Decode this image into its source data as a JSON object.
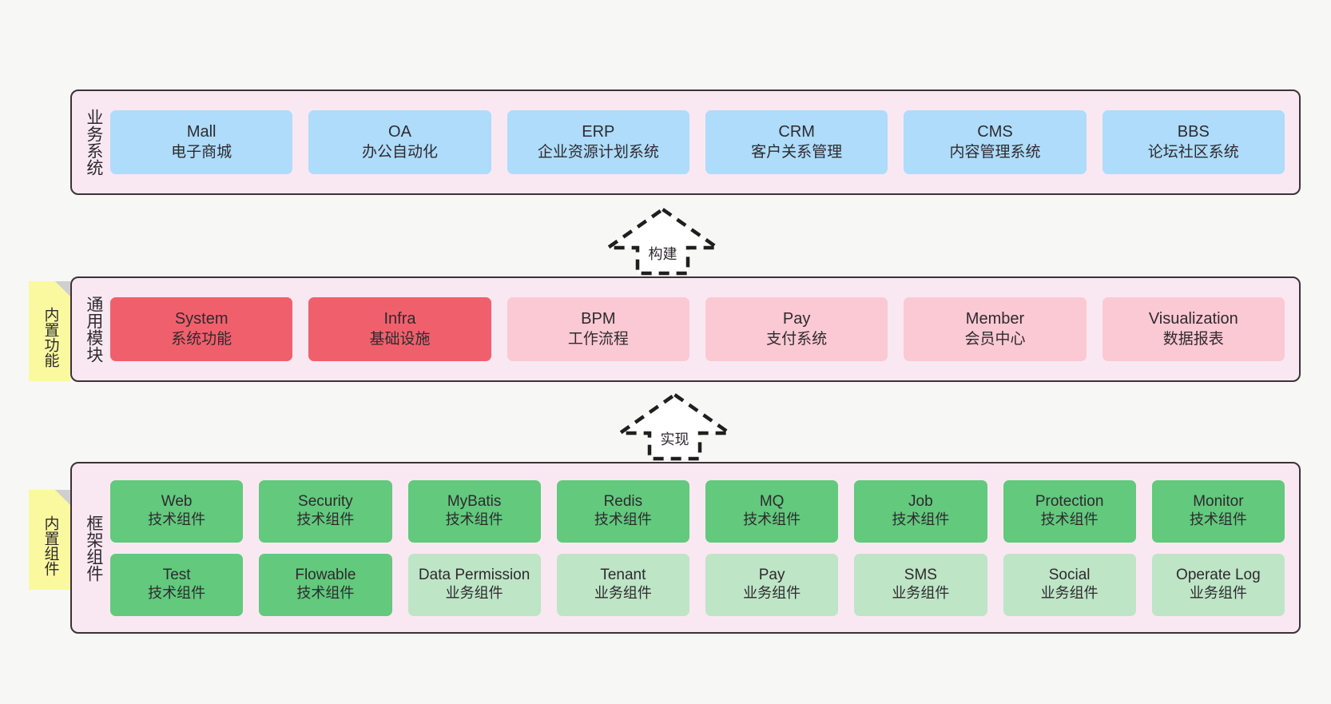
{
  "diagram": {
    "background_color": "#f7f7f5",
    "section_fill": "#f9e8f2",
    "section_border": "#3c3238",
    "note_color": "#faf9a0",
    "fold_color": "#cfcfcf"
  },
  "sections": [
    {
      "title": "业务系统",
      "note": null,
      "rows": [
        {
          "items": [
            {
              "en": "Mall",
              "cn": "电子商城",
              "color": "#aedcfa",
              "variant": "c-blue"
            },
            {
              "en": "OA",
              "cn": "办公自动化",
              "color": "#aedcfa",
              "variant": "c-blue"
            },
            {
              "en": "ERP",
              "cn": "企业资源计划系统",
              "color": "#aedcfa",
              "variant": "c-blue"
            },
            {
              "en": "CRM",
              "cn": "客户关系管理",
              "color": "#aedcfa",
              "variant": "c-blue"
            },
            {
              "en": "CMS",
              "cn": "内容管理系统",
              "color": "#aedcfa",
              "variant": "c-blue"
            },
            {
              "en": "BBS",
              "cn": "论坛社区系统",
              "color": "#aedcfa",
              "variant": "c-blue"
            }
          ]
        }
      ]
    },
    {
      "title": "通用模块",
      "note": "内置功能",
      "rows": [
        {
          "items": [
            {
              "en": "System",
              "cn": "系统功能",
              "color": "#f0606c",
              "variant": "c-red"
            },
            {
              "en": "Infra",
              "cn": "基础设施",
              "color": "#f0606c",
              "variant": "c-red"
            },
            {
              "en": "BPM",
              "cn": "工作流程",
              "color": "#fbc9d3",
              "variant": "c-pink"
            },
            {
              "en": "Pay",
              "cn": "支付系统",
              "color": "#fbc9d3",
              "variant": "c-pink"
            },
            {
              "en": "Member",
              "cn": "会员中心",
              "color": "#fbc9d3",
              "variant": "c-pink"
            },
            {
              "en": "Visualization",
              "cn": "数据报表",
              "color": "#fbc9d3",
              "variant": "c-pink"
            }
          ]
        }
      ]
    },
    {
      "title": "框架组件",
      "note": "内置组件",
      "rows": [
        {
          "items": [
            {
              "en": "Web",
              "cn": "技术组件",
              "color": "#62c97d",
              "variant": "c-green"
            },
            {
              "en": "Security",
              "cn": "技术组件",
              "color": "#62c97d",
              "variant": "c-green"
            },
            {
              "en": "MyBatis",
              "cn": "技术组件",
              "color": "#62c97d",
              "variant": "c-green"
            },
            {
              "en": "Redis",
              "cn": "技术组件",
              "color": "#62c97d",
              "variant": "c-green"
            },
            {
              "en": "MQ",
              "cn": "技术组件",
              "color": "#62c97d",
              "variant": "c-green"
            },
            {
              "en": "Job",
              "cn": "技术组件",
              "color": "#62c97d",
              "variant": "c-green"
            },
            {
              "en": "Protection",
              "cn": "技术组件",
              "color": "#62c97d",
              "variant": "c-green"
            },
            {
              "en": "Monitor",
              "cn": "技术组件",
              "color": "#62c97d",
              "variant": "c-green"
            }
          ]
        },
        {
          "items": [
            {
              "en": "Test",
              "cn": "技术组件",
              "color": "#62c97d",
              "variant": "c-green"
            },
            {
              "en": "Flowable",
              "cn": "技术组件",
              "color": "#62c97d",
              "variant": "c-green"
            },
            {
              "en": "Data Permission",
              "cn": "业务组件",
              "color": "#bee5c6",
              "variant": "c-lightgreen"
            },
            {
              "en": "Tenant",
              "cn": "业务组件",
              "color": "#bee5c6",
              "variant": "c-lightgreen"
            },
            {
              "en": "Pay",
              "cn": "业务组件",
              "color": "#bee5c6",
              "variant": "c-lightgreen"
            },
            {
              "en": "SMS",
              "cn": "业务组件",
              "color": "#bee5c6",
              "variant": "c-lightgreen"
            },
            {
              "en": "Social",
              "cn": "业务组件",
              "color": "#bee5c6",
              "variant": "c-lightgreen"
            },
            {
              "en": "Operate Log",
              "cn": "业务组件",
              "color": "#bee5c6",
              "variant": "c-lightgreen"
            }
          ]
        }
      ]
    }
  ],
  "arrows": [
    {
      "label": "构建",
      "from": "通用模块",
      "to": "业务系统",
      "style": "dashed-hollow-up"
    },
    {
      "label": "实现",
      "from": "框架组件",
      "to": "通用模块",
      "style": "dashed-hollow-up"
    }
  ]
}
